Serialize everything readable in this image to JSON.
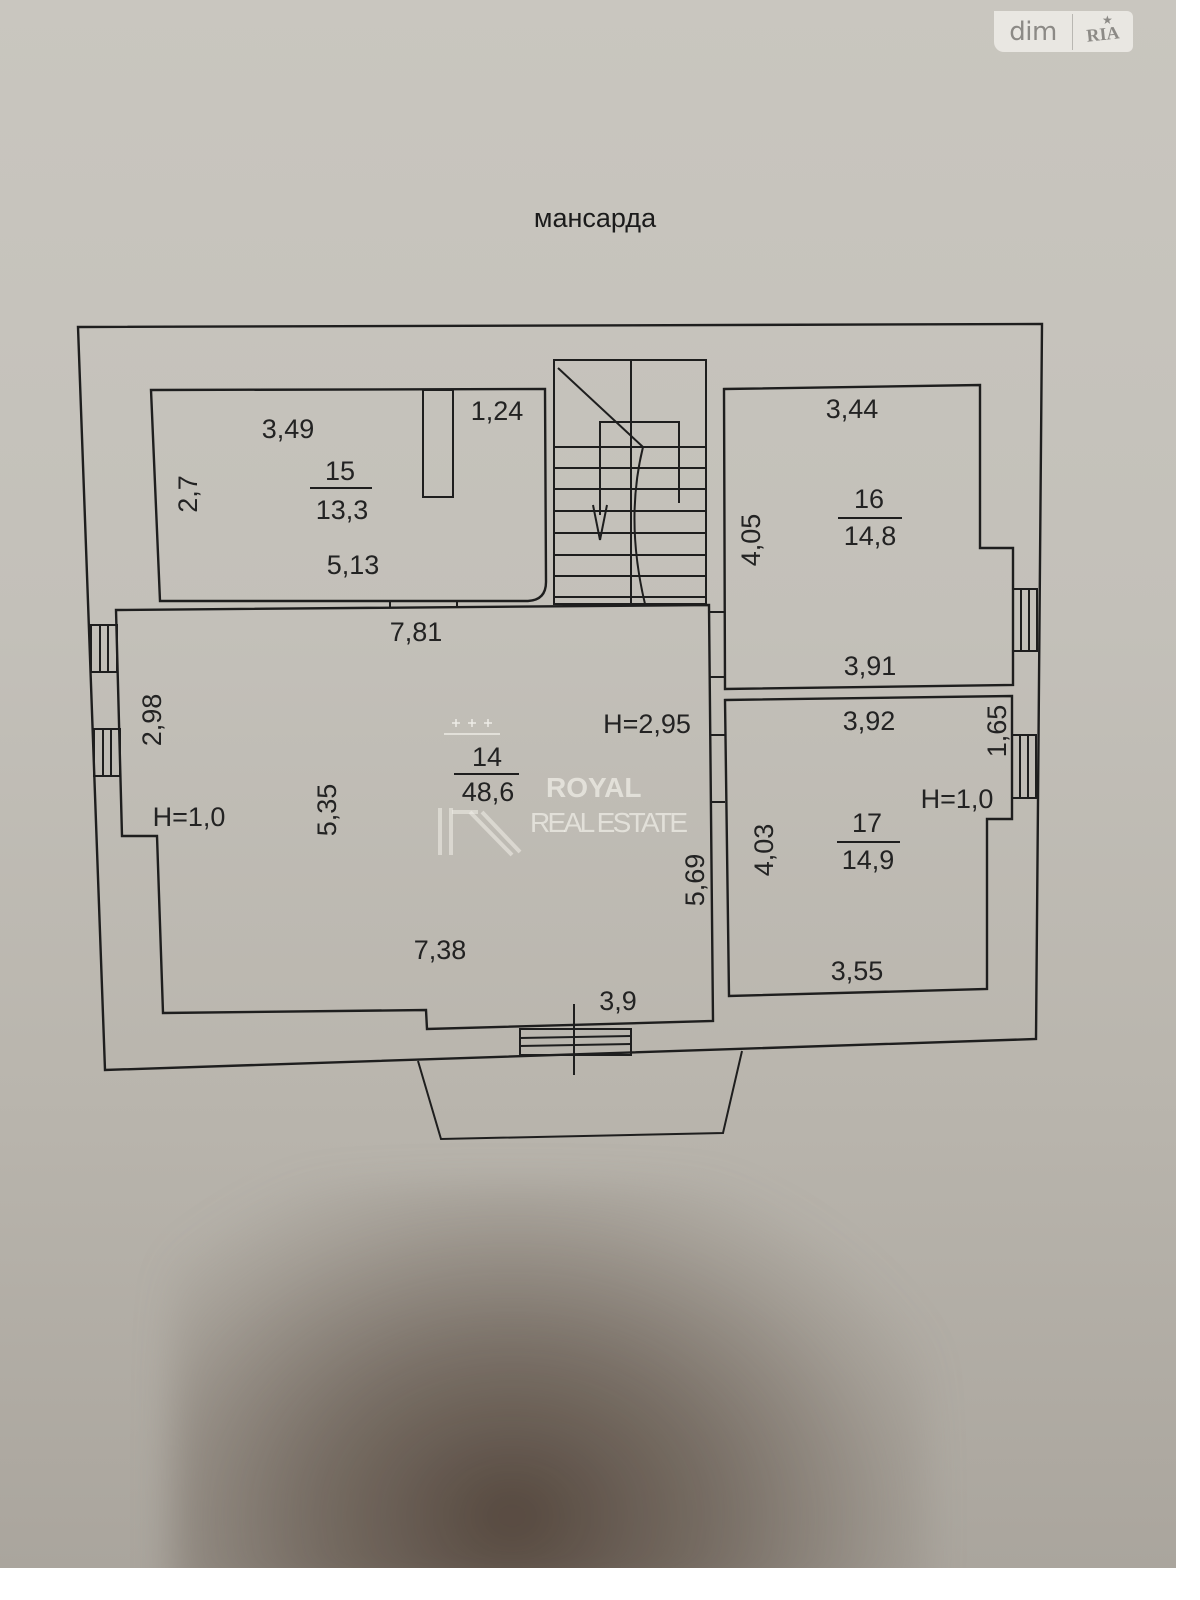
{
  "watermark_brand": {
    "site": "dim",
    "partner": "RIA"
  },
  "plan": {
    "title": "мансарда",
    "rooms": [
      {
        "number": "15",
        "area": "13,3",
        "dimensions": {
          "top": "3,49",
          "top_right": "1,24",
          "left": "2,7",
          "bottom": "5,13"
        }
      },
      {
        "number": "16",
        "area": "14,8",
        "dimensions": {
          "top": "3,44",
          "left": "4,05",
          "bottom": "3,91"
        }
      },
      {
        "number": "14",
        "area": "48,6",
        "height": "H=2,95",
        "dimensions": {
          "top": "7,81",
          "left_upper": "2,98",
          "inner_left": "5,35",
          "right": "5,69",
          "bottom": "7,38",
          "bottom_right": "3,9"
        },
        "low_height": "H=1,0"
      },
      {
        "number": "17",
        "area": "14,9",
        "height": "H=1,0",
        "dimensions": {
          "top": "3,92",
          "right": "1,65",
          "left": "4,03",
          "bottom": "3,55"
        }
      }
    ]
  },
  "agency_watermark": {
    "line1": "ROYAL",
    "line2": "REAL ESTATE"
  },
  "colors": {
    "paper": "#c6c3bc",
    "ink": "#1e1e1e",
    "watermark": "#f0eee8"
  }
}
